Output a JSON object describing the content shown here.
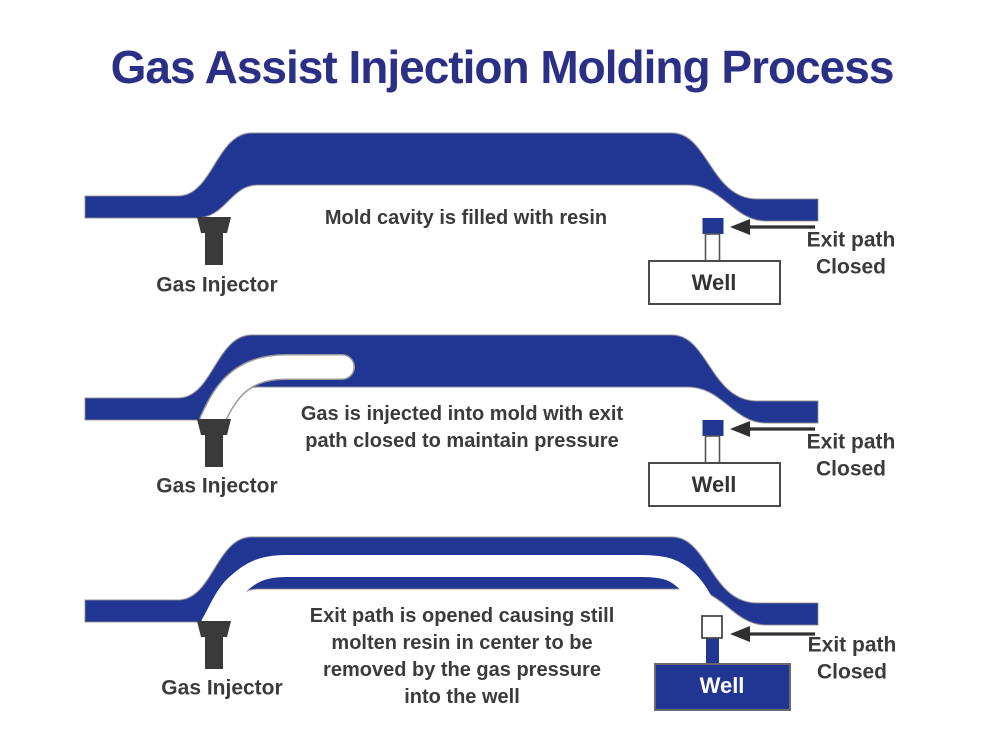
{
  "title": "Gas Assist Injection Molding Process",
  "colors": {
    "mold_blue": "#213593",
    "title_blue": "#2b2f85",
    "text_gray": "#3b3b3b",
    "injector_gray": "#3a3a3a"
  },
  "stages": [
    {
      "caption_lines": [
        "Mold cavity is filled with resin"
      ],
      "gas_injector_label": "Gas Injector",
      "well_label": "Well",
      "exit_label_lines": [
        "Exit path",
        "Closed"
      ],
      "well_filled": false
    },
    {
      "caption_lines": [
        "Gas is injected into mold with exit",
        "path closed to maintain pressure"
      ],
      "gas_injector_label": "Gas Injector",
      "well_label": "Well",
      "exit_label_lines": [
        "Exit path",
        "Closed"
      ],
      "well_filled": false
    },
    {
      "caption_lines": [
        "Exit path is opened causing still",
        "molten resin in center to be",
        "removed by the gas pressure",
        "into the well"
      ],
      "gas_injector_label": "Gas Injector",
      "well_label": "Well",
      "exit_label_lines": [
        "Exit path",
        "Closed"
      ],
      "well_filled": true
    }
  ]
}
